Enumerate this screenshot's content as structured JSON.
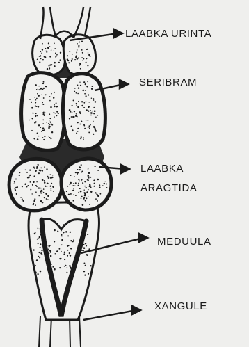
{
  "diagram": {
    "labels": {
      "olfactory": "LAABKA URINTA",
      "cerebrum": "SERIBRAM",
      "optic_line1": "LAABKA",
      "optic_line2": "ARAGTIDA",
      "medulla": "MEDUULA",
      "spinal": "XANGULE"
    },
    "colors": {
      "paper": "#efefed",
      "ink": "#1b1b1b"
    }
  }
}
